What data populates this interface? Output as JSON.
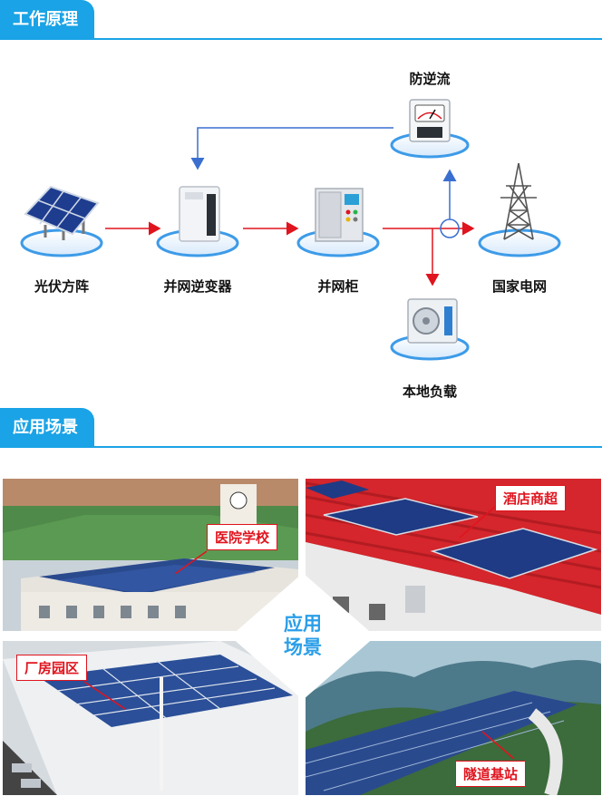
{
  "sections": {
    "principle": "工作原理",
    "scenarios": "应用场景"
  },
  "nodes": {
    "pv_array": "光伏方阵",
    "inverter": "并网逆变器",
    "cabinet": "并网柜",
    "grid": "国家电网",
    "anti_reverse": "防逆流",
    "local_load": "本地负载"
  },
  "scenarios": {
    "center": [
      "应用",
      "场景"
    ],
    "hospital_school": "医院学校",
    "hotel_mall": "酒店商超",
    "factory_park": "厂房园区",
    "tunnel_station": "隧道基站"
  },
  "colors": {
    "accent": "#1aa3e6",
    "flow_red": "#e0141e",
    "flow_blue": "#3a6fd0"
  }
}
